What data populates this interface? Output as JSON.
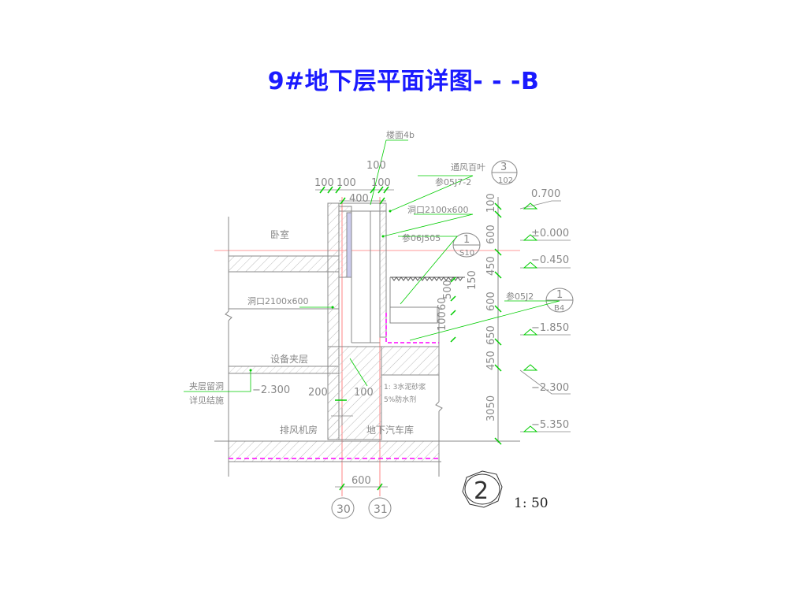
{
  "title": "9#地下层平面详图- - -B",
  "scale": "1: 50",
  "detail_number": "2",
  "axes": [
    "30",
    "31"
  ],
  "rooms": {
    "bedroom": "卧室",
    "equipment_mezzanine": "设备夹层",
    "exhaust_room": "排风机房",
    "garage": "地下汽车库"
  },
  "notes": {
    "floor_4b": "楼面4b",
    "louver": "通风百叶",
    "ref_05j7": "参05J7-2",
    "opening_top": "洞口2100x600",
    "ref_06j505": "参06J505",
    "opening_left": "洞口2100x600",
    "ref_05j2": "参05J2",
    "mezzanine_hole_1": "夹层留洞",
    "mezzanine_hole_2": "详见结施",
    "mortar_1": "1: 3水泥砂浆",
    "mortar_2": "5%防水剂"
  },
  "callouts": [
    {
      "num": "3",
      "ref": "102"
    },
    {
      "num": "1",
      "ref": "S10"
    },
    {
      "num": "1",
      "ref": "B4"
    }
  ],
  "elevations": [
    "0.700",
    "±0.000",
    "−0.450",
    "−1.850",
    "−2.300",
    "−5.350"
  ],
  "elevation_left": "−2.300",
  "dims_vertical": [
    "100",
    "600",
    "450",
    "600",
    "650",
    "450",
    "3050"
  ],
  "dims_top": [
    "100",
    "100",
    "100",
    "100",
    "400"
  ],
  "dims_misc": [
    "500",
    "150",
    "100",
    "60",
    "200",
    "100",
    "600"
  ],
  "colors": {
    "title": "#1a1aff",
    "line": "#888888",
    "green": "#00cc00",
    "magenta": "#ff00ff",
    "red": "#ff5555",
    "hatch": "#bbbbbb"
  }
}
